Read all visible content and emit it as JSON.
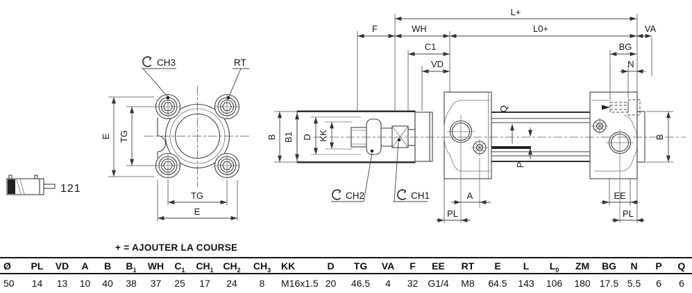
{
  "figure": {
    "model": "121",
    "note": "+ = AJOUTER LA COURSE",
    "labels": {
      "l_plus": "L+",
      "f": "F",
      "wh": "WH",
      "l0_plus": "L0+",
      "va": "VA",
      "c1": "C1",
      "vd": "VD",
      "bg": "BG",
      "n": "N",
      "b": "B",
      "b1": "B1",
      "d": "D",
      "kk": "KK",
      "q": "Q",
      "p": "P",
      "a": "A",
      "pl": "PL",
      "ee": "EE",
      "e": "E",
      "tg": "TG",
      "ch1": "CH1",
      "ch2": "CH2",
      "ch3": "CH3",
      "rt": "RT"
    }
  },
  "table": {
    "columns": [
      {
        "id": "dia",
        "h": "Ø",
        "v": "50"
      },
      {
        "id": "pl",
        "h": "PL",
        "v": "14"
      },
      {
        "id": "vd",
        "h": "VD",
        "v": "13"
      },
      {
        "id": "a",
        "h": "A",
        "v": "10"
      },
      {
        "id": "b",
        "h": "B",
        "v": "40"
      },
      {
        "id": "b1",
        "h": "B",
        "sub": "1",
        "v": "38"
      },
      {
        "id": "wh",
        "h": "WH",
        "v": "37"
      },
      {
        "id": "c1",
        "h": "C",
        "sub": "1",
        "v": "25"
      },
      {
        "id": "ch1",
        "h": "CH",
        "sub": "1",
        "v": "17"
      },
      {
        "id": "ch2",
        "h": "CH",
        "sub": "2",
        "v": "24"
      },
      {
        "id": "ch3",
        "h": "CH",
        "sub": "3",
        "v": "8"
      },
      {
        "id": "kk",
        "h": "KK",
        "v": "M16x1.5"
      },
      {
        "id": "d",
        "h": "D",
        "v": "20"
      },
      {
        "id": "tg",
        "h": "TG",
        "v": "46.5"
      },
      {
        "id": "va",
        "h": "VA",
        "v": "4"
      },
      {
        "id": "f",
        "h": "F",
        "v": "32"
      },
      {
        "id": "ee",
        "h": "EE",
        "v": "G1/4"
      },
      {
        "id": "rt",
        "h": "RT",
        "v": "M8"
      },
      {
        "id": "e",
        "h": "E",
        "v": "64.5"
      },
      {
        "id": "l",
        "h": "L",
        "v": "143"
      },
      {
        "id": "l0",
        "h": "L",
        "sub": "0",
        "v": "106"
      },
      {
        "id": "zm",
        "h": "ZM",
        "v": "180"
      },
      {
        "id": "bg",
        "h": "BG",
        "v": "17.5"
      },
      {
        "id": "n",
        "h": "N",
        "v": "5.5"
      },
      {
        "id": "p",
        "h": "P",
        "v": "6"
      },
      {
        "id": "q",
        "h": "Q",
        "v": "6"
      }
    ]
  }
}
